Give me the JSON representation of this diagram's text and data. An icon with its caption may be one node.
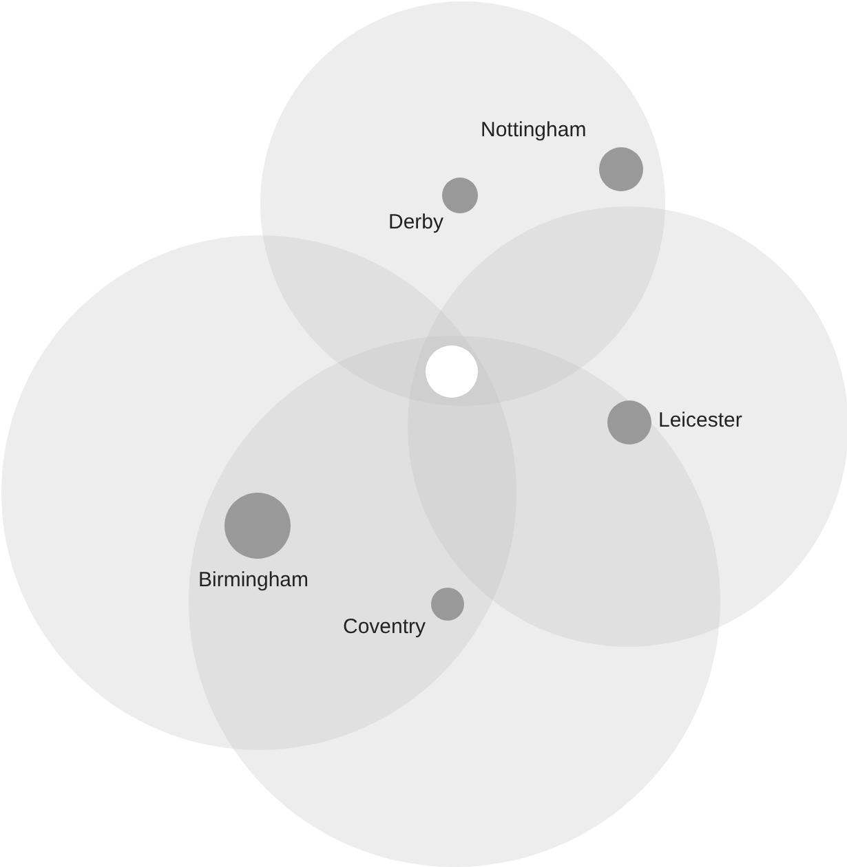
{
  "diagram": {
    "nodes": [
      {
        "text": [
          "Nottingham"
        ]
      },
      {
        "text": [
          "Derby"
        ]
      },
      {
        "text": [
          "Leicester"
        ]
      },
      {
        "text": [
          "Birmingham"
        ]
      },
      {
        "text": [
          "Coventry"
        ]
      }
    ]
  }
}
